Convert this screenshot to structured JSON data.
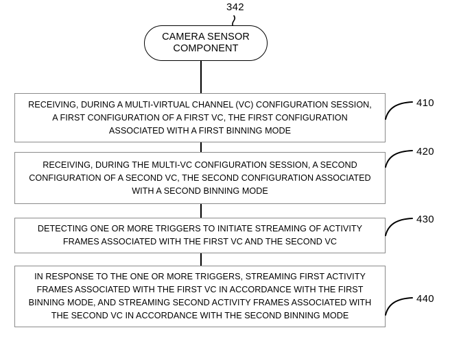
{
  "figure": {
    "title": "Patent flowchart - camera sensor multi-virtual-channel configuration",
    "terminal": {
      "ref": "342",
      "lines": [
        "CAMERA SENSOR",
        "COMPONENT"
      ]
    },
    "steps": [
      {
        "ref": "410",
        "lines": [
          "RECEIVING, DURING A MULTI-VIRTUAL CHANNEL (VC) CONFIGURATION SESSION,",
          "A FIRST CONFIGURATION OF A FIRST VC, THE FIRST CONFIGURATION",
          "ASSOCIATED WITH A FIRST BINNING MODE"
        ]
      },
      {
        "ref": "420",
        "lines": [
          "RECEIVING, DURING THE MULTI-VC CONFIGURATION SESSION, A SECOND",
          "CONFIGURATION OF A SECOND VC, THE SECOND CONFIGURATION ASSOCIATED",
          "WITH A SECOND BINNING MODE"
        ]
      },
      {
        "ref": "430",
        "lines": [
          "DETECTING ONE OR MORE TRIGGERS TO INITIATE STREAMING OF ACTIVITY",
          "FRAMES ASSOCIATED WITH THE FIRST VC AND THE SECOND VC"
        ]
      },
      {
        "ref": "440",
        "lines": [
          "IN RESPONSE TO THE ONE OR MORE TRIGGERS, STREAMING FIRST ACTIVITY",
          "FRAMES ASSOCIATED WITH THE FIRST VC IN ACCORDANCE WITH THE FIRST",
          "BINNING MODE, AND STREAMING SECOND ACTIVITY FRAMES ASSOCIATED WITH",
          "THE SECOND VC IN ACCORDANCE WITH THE SECOND BINNING MODE"
        ]
      }
    ],
    "colors": {
      "stroke": "#000000",
      "box_border": "#8a8a8a",
      "background": "#ffffff",
      "text": "#000000"
    }
  }
}
